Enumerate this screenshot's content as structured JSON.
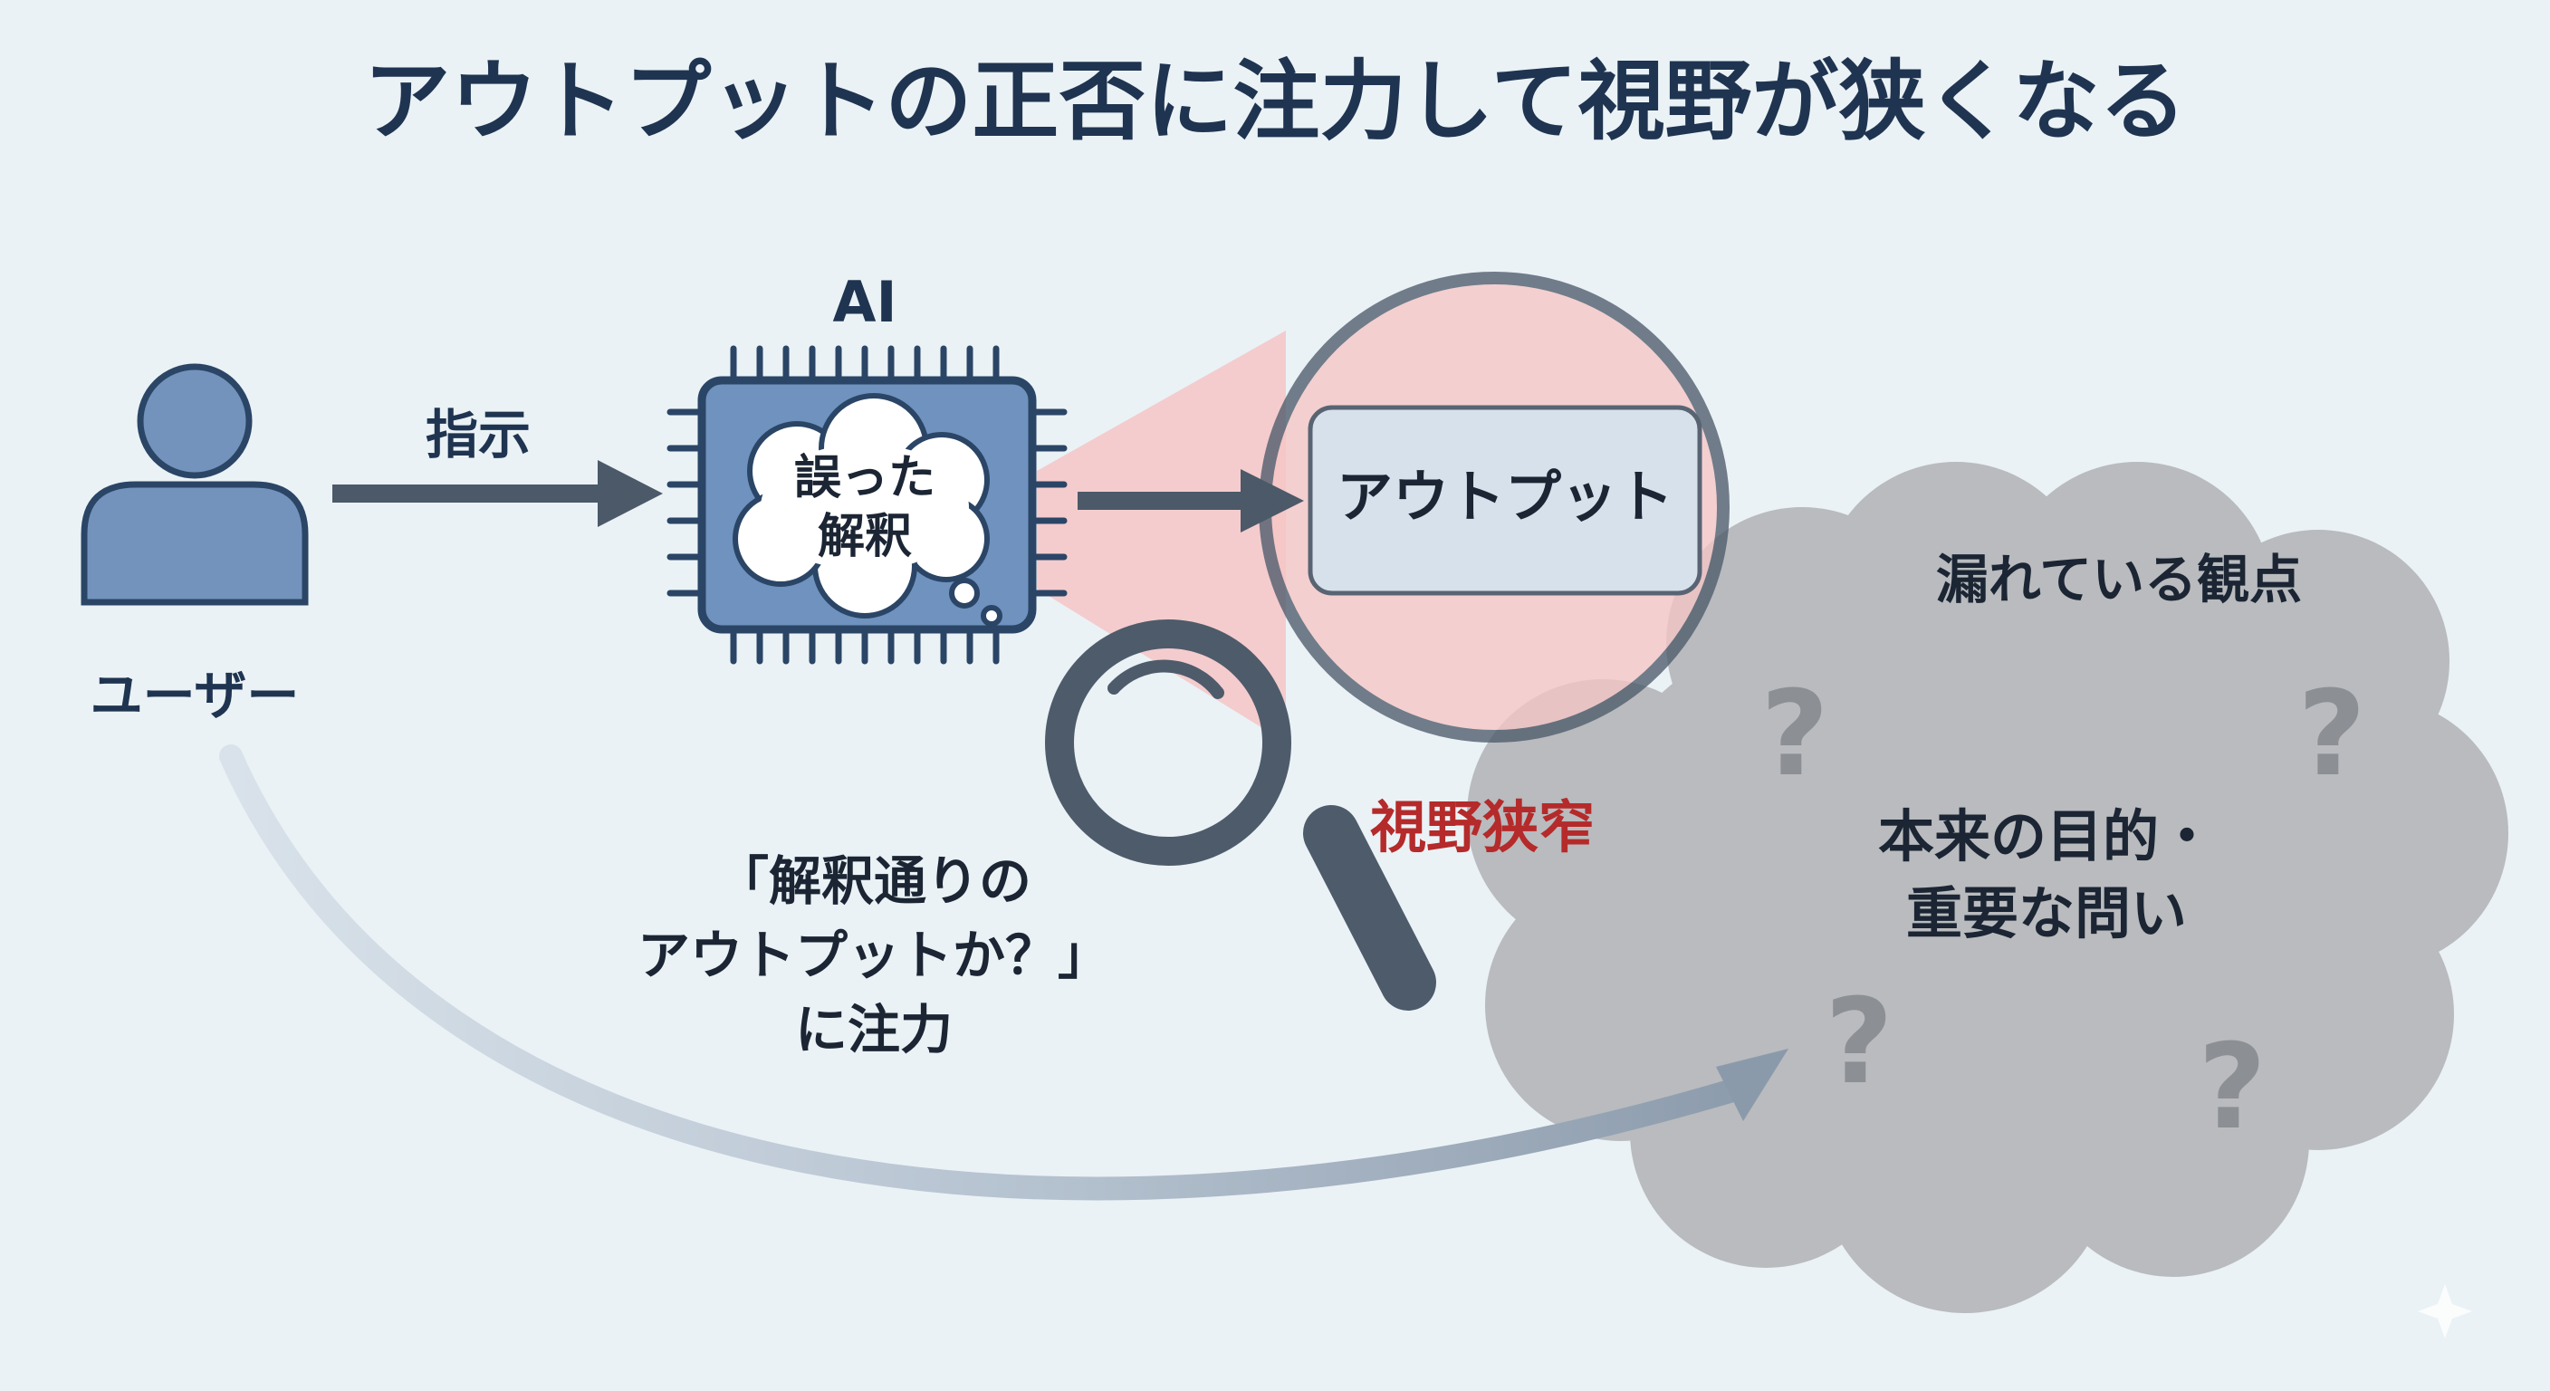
{
  "title": "アウトプットの正否に注力して視野が狭くなる",
  "user": {
    "label": "ユーザー"
  },
  "instruction": {
    "label": "指示"
  },
  "ai": {
    "label": "AI",
    "thought_line1": "誤った",
    "thought_line2": "解釈"
  },
  "output": {
    "label": "アウトプット"
  },
  "narrow_view": {
    "label": "視野狭窄"
  },
  "focus_note": {
    "line1": "「解釈通りの",
    "line2": "アウトプットか？」",
    "line3": "に注力"
  },
  "missed": {
    "title": "漏れている観点",
    "line1": "本来の目的・",
    "line2": "重要な問い",
    "question_mark": "?"
  },
  "colors": {
    "navy": "#1f3450",
    "ai_fill": "#6f92be",
    "output_fill": "#d6e1ec",
    "zoom_red": "#f6c6c6",
    "cloud_gray": "#b9bbbe",
    "warning_red": "#b52a2a"
  }
}
